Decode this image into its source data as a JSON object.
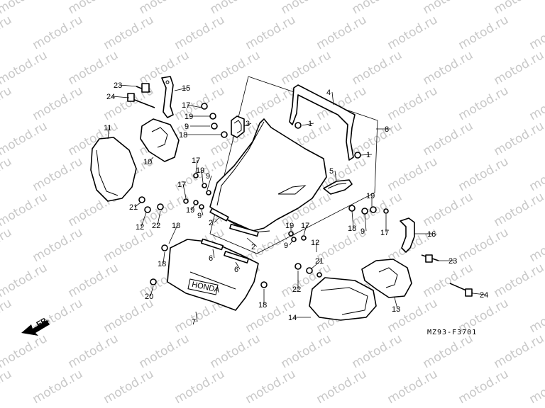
{
  "watermark": "motod.ru",
  "drawing_code": "MZ93-F3701",
  "front_label": "FR.",
  "emblem_text": "HONDA",
  "callouts": {
    "c1a": "1",
    "c1b": "1",
    "c2a": "2",
    "c2b": "2",
    "c3": "3",
    "c4": "4",
    "c5": "5",
    "c6a": "6",
    "c6b": "6",
    "c7": "7",
    "c8": "8",
    "c9a": "9",
    "c9b": "9",
    "c9c": "9",
    "c9d": "9",
    "c9e": "9",
    "c10": "10",
    "c11": "11",
    "c12a": "12",
    "c12b": "12",
    "c13": "13",
    "c14": "14",
    "c15": "15",
    "c16": "16",
    "c17a": "17",
    "c17b": "17",
    "c17c": "17",
    "c17d": "17",
    "c17e": "17",
    "c18a": "18",
    "c18b": "18",
    "c18c": "18",
    "c18d": "18",
    "c18e": "18",
    "c19a": "19",
    "c19b": "19",
    "c19c": "19",
    "c19d": "19",
    "c19e": "19",
    "c20": "20",
    "c21a": "21",
    "c21b": "21",
    "c22a": "22",
    "c22b": "22",
    "c23a": "23",
    "c23b": "23",
    "c24a": "24",
    "c24b": "24"
  }
}
